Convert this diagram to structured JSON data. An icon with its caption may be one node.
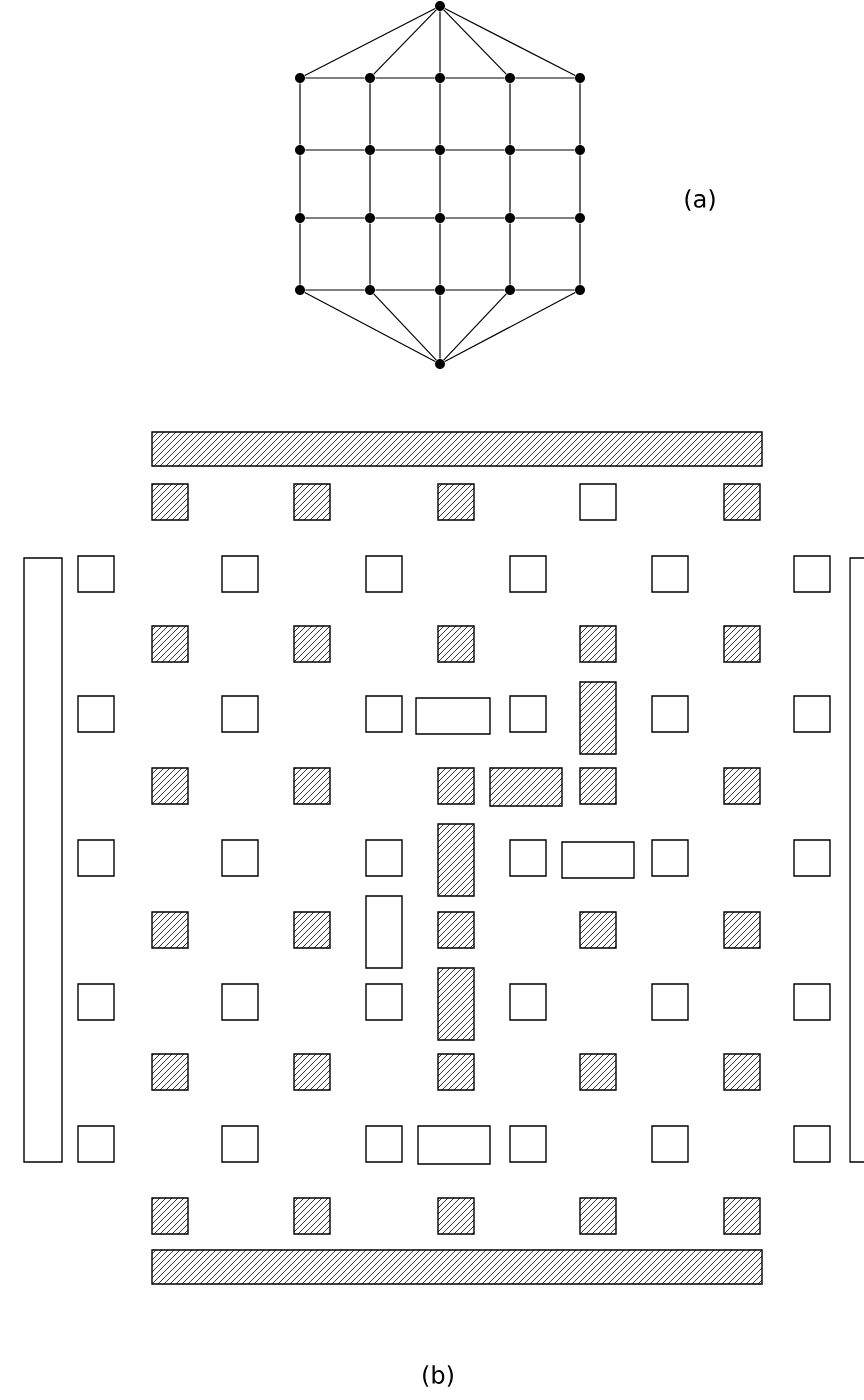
{
  "diagram": {
    "nodes": [
      {
        "text": [],
        "shape": "circle"
      },
      {
        "text": [],
        "shape": "circle"
      },
      {
        "text": [],
        "shape": "circle"
      },
      {
        "text": [],
        "shape": "circle"
      },
      {
        "text": [],
        "shape": "circle"
      },
      {
        "text": [],
        "shape": "circle"
      },
      {
        "text": [],
        "shape": "circle"
      },
      {
        "text": [],
        "shape": "circle"
      },
      {
        "text": [],
        "shape": "circle"
      },
      {
        "text": [],
        "shape": "circle"
      },
      {
        "text": [],
        "shape": "circle"
      },
      {
        "text": [],
        "shape": "circle"
      },
      {
        "text": [],
        "shape": "circle"
      },
      {
        "text": [],
        "shape": "circle"
      },
      {
        "text": [],
        "shape": "circle"
      },
      {
        "text": [],
        "shape": "circle"
      },
      {
        "text": [],
        "shape": "circle"
      },
      {
        "text": [],
        "shape": "circle"
      },
      {
        "text": [],
        "shape": "circle"
      },
      {
        "text": [],
        "shape": "circle"
      },
      {
        "text": [],
        "shape": "circle"
      },
      {
        "text": [],
        "shape": "circle"
      }
    ],
    "edges": [
      {
        "from": 0,
        "to": 1,
        "arrow": "none"
      },
      {
        "from": 0,
        "to": 2,
        "arrow": "none"
      },
      {
        "from": 0,
        "to": 3,
        "arrow": "none"
      },
      {
        "from": 0,
        "to": 4,
        "arrow": "none"
      },
      {
        "from": 0,
        "to": 5,
        "arrow": "none"
      },
      {
        "from": 1,
        "to": 2,
        "arrow": "none"
      },
      {
        "from": 2,
        "to": 3,
        "arrow": "none"
      },
      {
        "from": 3,
        "to": 4,
        "arrow": "none"
      },
      {
        "from": 4,
        "to": 5,
        "arrow": "none"
      },
      {
        "from": 6,
        "to": 7,
        "arrow": "none"
      },
      {
        "from": 7,
        "to": 8,
        "arrow": "none"
      },
      {
        "from": 8,
        "to": 9,
        "arrow": "none"
      },
      {
        "from": 9,
        "to": 10,
        "arrow": "none"
      },
      {
        "from": 11,
        "to": 12,
        "arrow": "none"
      },
      {
        "from": 12,
        "to": 13,
        "arrow": "none"
      },
      {
        "from": 13,
        "to": 14,
        "arrow": "none"
      },
      {
        "from": 14,
        "to": 15,
        "arrow": "none"
      },
      {
        "from": 16,
        "to": 17,
        "arrow": "none"
      },
      {
        "from": 17,
        "to": 18,
        "arrow": "none"
      },
      {
        "from": 18,
        "to": 19,
        "arrow": "none"
      },
      {
        "from": 19,
        "to": 20,
        "arrow": "none"
      },
      {
        "from": 1,
        "to": 6,
        "arrow": "none"
      },
      {
        "from": 2,
        "to": 7,
        "arrow": "none"
      },
      {
        "from": 3,
        "to": 8,
        "arrow": "none"
      },
      {
        "from": 4,
        "to": 9,
        "arrow": "none"
      },
      {
        "from": 5,
        "to": 10,
        "arrow": "none"
      },
      {
        "from": 6,
        "to": 11,
        "arrow": "none"
      },
      {
        "from": 7,
        "to": 12,
        "arrow": "none"
      },
      {
        "from": 8,
        "to": 13,
        "arrow": "none"
      },
      {
        "from": 9,
        "to": 14,
        "arrow": "none"
      },
      {
        "from": 10,
        "to": 15,
        "arrow": "none"
      },
      {
        "from": 11,
        "to": 16,
        "arrow": "none"
      },
      {
        "from": 12,
        "to": 17,
        "arrow": "none"
      },
      {
        "from": 13,
        "to": 18,
        "arrow": "none"
      },
      {
        "from": 14,
        "to": 19,
        "arrow": "none"
      },
      {
        "from": 15,
        "to": 20,
        "arrow": "none"
      },
      {
        "from": 16,
        "to": 21,
        "arrow": "none"
      },
      {
        "from": 17,
        "to": 21,
        "arrow": "none"
      },
      {
        "from": 18,
        "to": 21,
        "arrow": "none"
      },
      {
        "from": 19,
        "to": 21,
        "arrow": "none"
      },
      {
        "from": 20,
        "to": 21,
        "arrow": "none"
      }
    ],
    "labels": [
      "(a)",
      "(b)"
    ]
  }
}
